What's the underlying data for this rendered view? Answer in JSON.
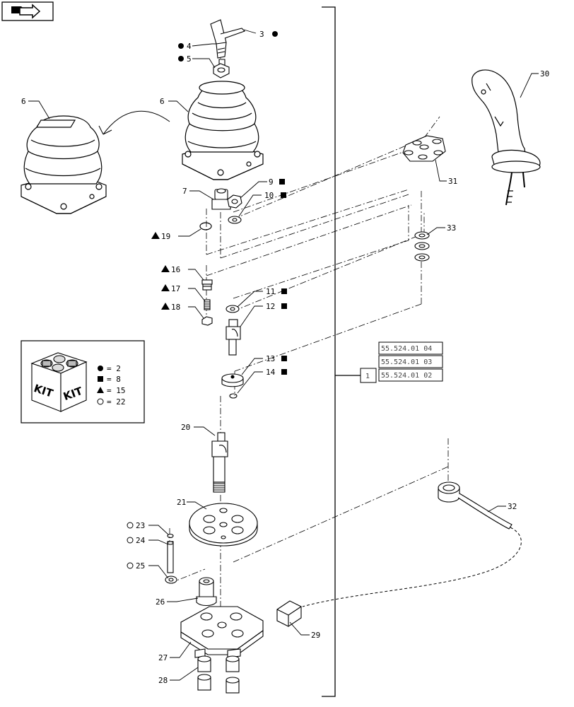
{
  "parts": [
    {
      "no": "3",
      "marker": "circle"
    },
    {
      "no": "4",
      "marker": "circle",
      "prefix": true
    },
    {
      "no": "5",
      "marker": "circle",
      "prefix": true
    },
    {
      "no": "6",
      "marker": ""
    },
    {
      "no": "6",
      "marker": ""
    },
    {
      "no": "7",
      "marker": ""
    },
    {
      "no": "9",
      "marker": "square"
    },
    {
      "no": "10",
      "marker": "square"
    },
    {
      "no": "11",
      "marker": "square"
    },
    {
      "no": "12",
      "marker": "square"
    },
    {
      "no": "13",
      "marker": "square"
    },
    {
      "no": "14",
      "marker": "square"
    },
    {
      "no": "16",
      "marker": "triangle",
      "prefix": true
    },
    {
      "no": "17",
      "marker": "triangle",
      "prefix": true
    },
    {
      "no": "18",
      "marker": "triangle",
      "prefix": true
    },
    {
      "no": "19",
      "marker": "triangle",
      "prefix": true
    },
    {
      "no": "20",
      "marker": ""
    },
    {
      "no": "21",
      "marker": ""
    },
    {
      "no": "23",
      "marker": "ring",
      "prefix": true
    },
    {
      "no": "24",
      "marker": "ring",
      "prefix": true
    },
    {
      "no": "25",
      "marker": "ring",
      "prefix": true
    },
    {
      "no": "26",
      "marker": ""
    },
    {
      "no": "27",
      "marker": ""
    },
    {
      "no": "28",
      "marker": ""
    },
    {
      "no": "29",
      "marker": ""
    },
    {
      "no": "30",
      "marker": ""
    },
    {
      "no": "31",
      "marker": ""
    },
    {
      "no": "32",
      "marker": ""
    },
    {
      "no": "33",
      "marker": ""
    }
  ],
  "kit": {
    "box_word_1": "KIT",
    "box_word_2": "KIT",
    "legend": [
      {
        "symbol": "circle",
        "text": "= 2"
      },
      {
        "symbol": "square",
        "text": "= 8"
      },
      {
        "symbol": "triangle",
        "text": "= 15"
      },
      {
        "symbol": "ring",
        "text": "= 22"
      }
    ]
  },
  "reference": {
    "item": "1",
    "codes": [
      "55.524.01 04",
      "55.524.01 03",
      "55.524.01 02"
    ]
  },
  "icons": [
    "next-page-arrow-icon"
  ]
}
